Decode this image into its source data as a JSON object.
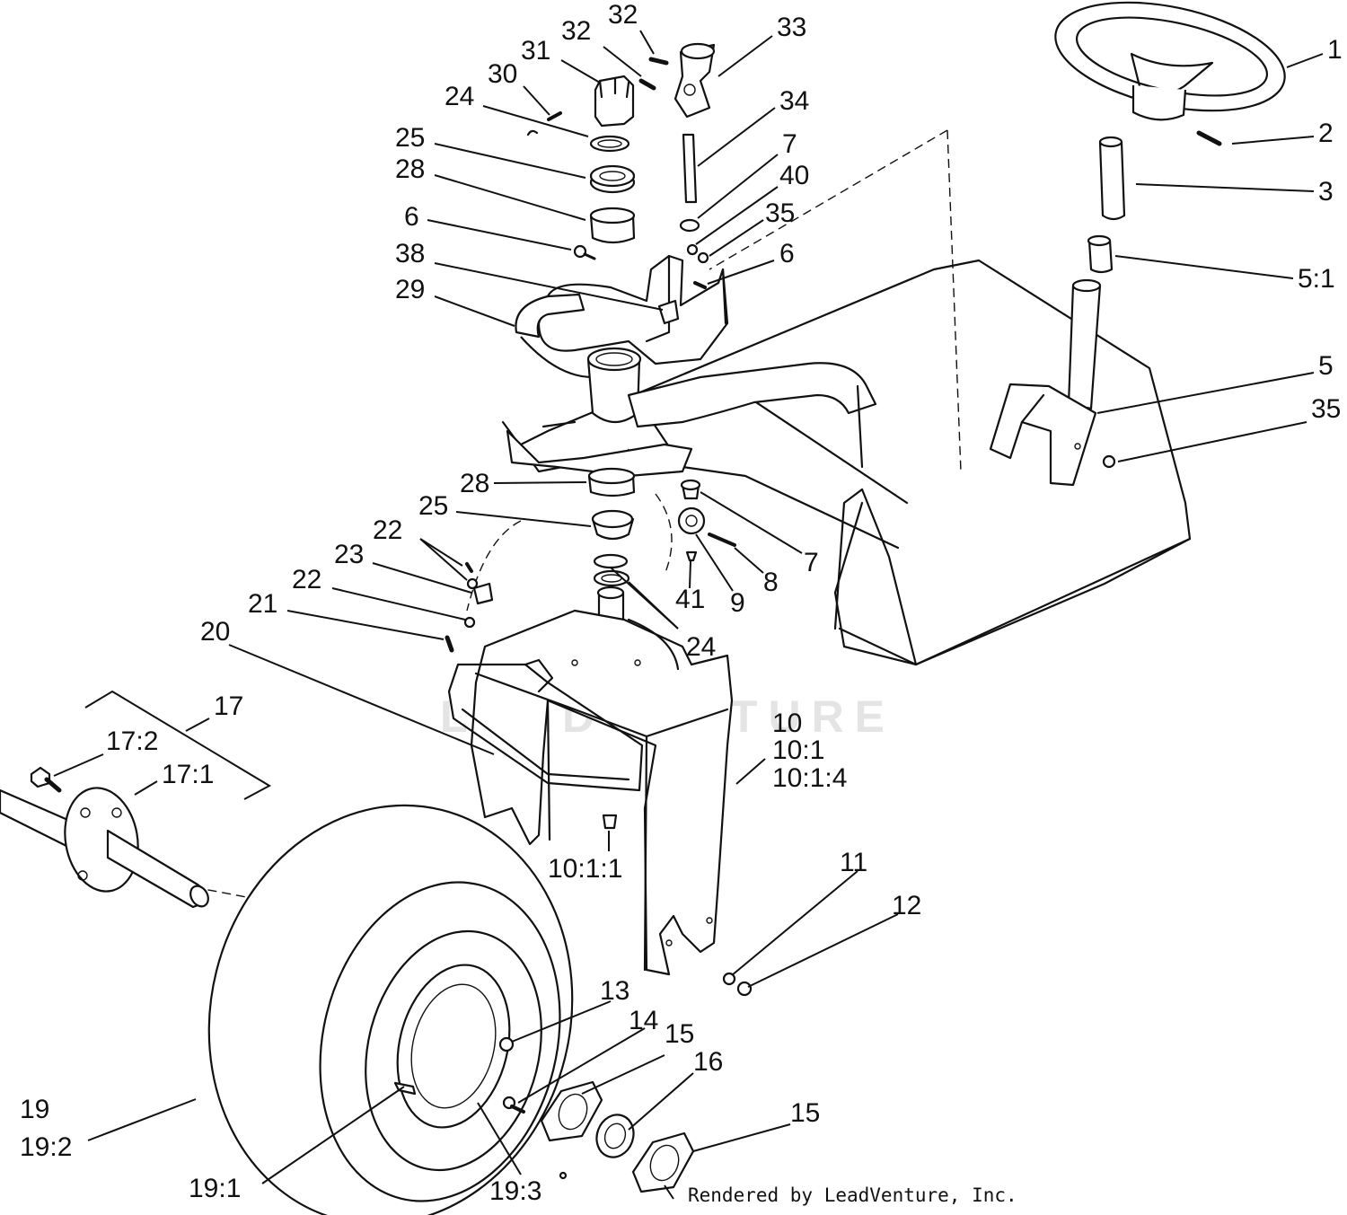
{
  "watermark": "LEADVENTURE",
  "credit": "Rendered by LeadVenture, Inc.",
  "callouts": {
    "c1": "1",
    "c2": "2",
    "c3": "3",
    "c5_1": "5:1",
    "c5": "5",
    "c35_right": "35",
    "c33": "33",
    "c32_top": "32",
    "c32": "32",
    "c31": "31",
    "c30": "30",
    "c24_top": "24",
    "c25_top": "25",
    "c28_top": "28",
    "c6_left": "6",
    "c38": "38",
    "c29": "29",
    "c34": "34",
    "c7_top": "7",
    "c40": "40",
    "c35_mid": "35",
    "c6_right": "6",
    "c28_low": "28",
    "c25_low": "25",
    "c22_a": "22",
    "c23": "23",
    "c22_b": "22",
    "c21": "21",
    "c20": "20",
    "c7_low": "7",
    "c8": "8",
    "c9": "9",
    "c41": "41",
    "c24_low": "24",
    "c17": "17",
    "c17_2": "17:2",
    "c17_1": "17:1",
    "c10": "10",
    "c10_1": "10:1",
    "c10_1_4": "10:1:4",
    "c10_1_1": "10:1:1",
    "c11": "11",
    "c12": "12",
    "c13": "13",
    "c14": "14",
    "c15_a": "15",
    "c16": "16",
    "c15_b": "15",
    "c19": "19",
    "c19_2": "19:2",
    "c19_1": "19:1",
    "c19_3": "19:3"
  }
}
